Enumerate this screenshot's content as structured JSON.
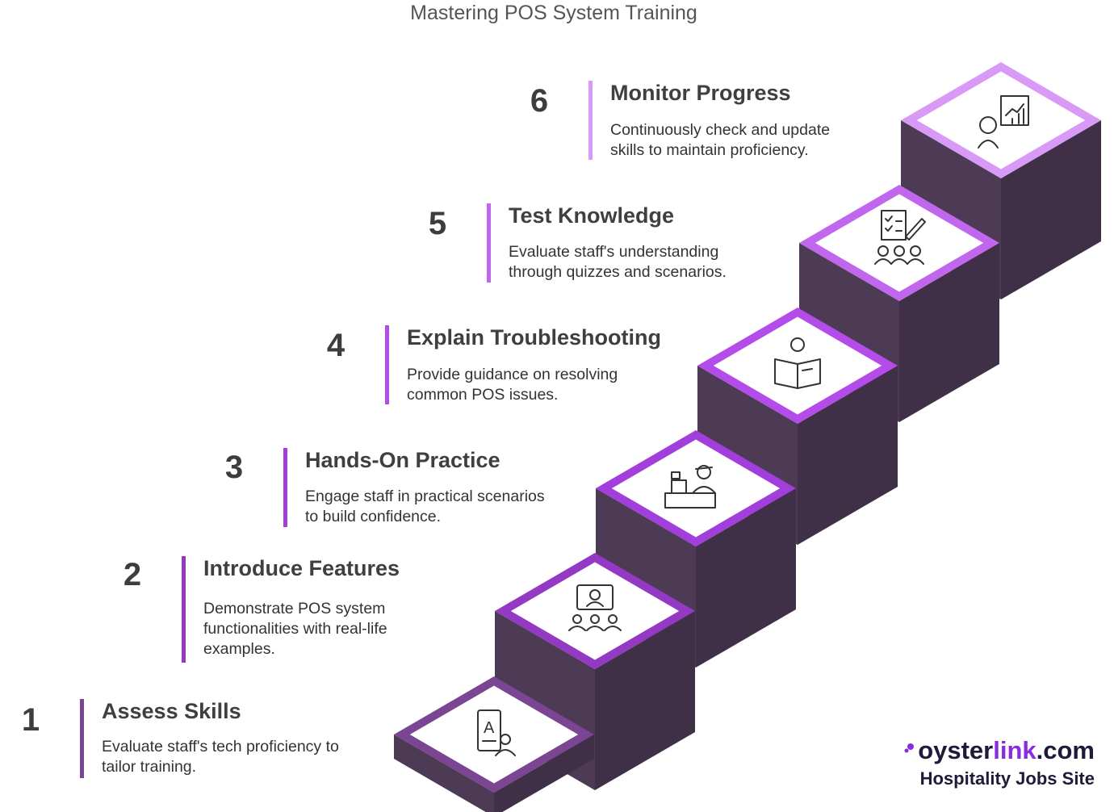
{
  "title": "Mastering POS System Training",
  "steps": [
    {
      "number": "1",
      "title": "Assess Skills",
      "description": "Evaluate staff's tech proficiency to tailor training.",
      "icon": "assessment-icon",
      "color": "#7a4592"
    },
    {
      "number": "2",
      "title": "Introduce Features",
      "description": "Demonstrate POS system functionalities with real-life examples.",
      "icon": "presentation-audience-icon",
      "color": "#9339c4"
    },
    {
      "number": "3",
      "title": "Hands-On Practice",
      "description": "Engage staff in practical scenarios to build confidence.",
      "icon": "cashier-register-icon",
      "color": "#a23fdc"
    },
    {
      "number": "4",
      "title": "Explain Troubleshooting",
      "description": "Provide guidance on resolving common POS issues.",
      "icon": "reading-manual-icon",
      "color": "#b34ce9"
    },
    {
      "number": "5",
      "title": "Test Knowledge",
      "description": "Evaluate staff's understanding through quizzes and scenarios.",
      "icon": "quiz-group-icon",
      "color": "#c167ee"
    },
    {
      "number": "6",
      "title": "Monitor Progress",
      "description": "Continuously check and update skills to maintain proficiency.",
      "icon": "progress-chart-icon",
      "color": "#d99af7"
    }
  ],
  "colors": {
    "riser": "#4d3b56",
    "step_face": "#ffffff"
  },
  "brand": {
    "prefix": "oyster",
    "highlight": "link",
    "suffix": ".com",
    "tagline": "Hospitality Jobs Site"
  }
}
